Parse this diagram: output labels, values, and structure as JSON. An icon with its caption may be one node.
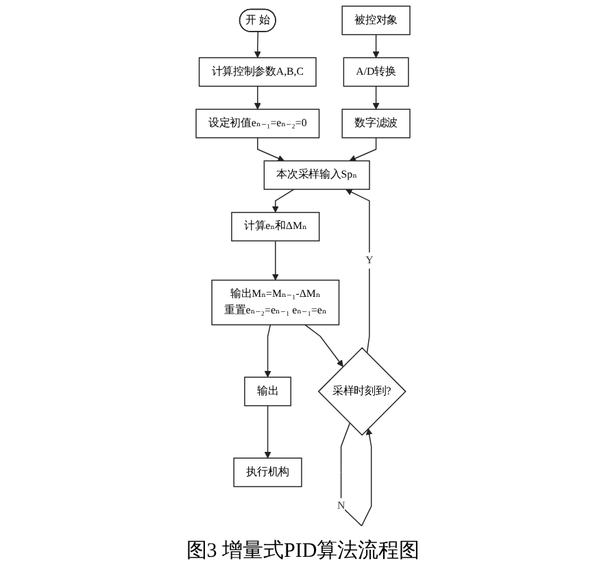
{
  "diagram": {
    "caption": "图3 增量式PID算法流程图",
    "nodes": [
      {
        "text": [
          "开 始"
        ]
      },
      {
        "text": [
          "计算控制参数A,B,C"
        ]
      },
      {
        "text": [
          "设定初值eₙ₋₁=eₙ₋₂=0"
        ]
      },
      {
        "text": [
          "数字滤波"
        ]
      },
      {
        "text": [
          "A/D转换"
        ]
      },
      {
        "text": [
          "被控对象"
        ]
      },
      {
        "text": [
          "本次采样输入Spₙ"
        ]
      },
      {
        "text": [
          "计算eₙ和ΔMₙ"
        ]
      },
      {
        "text": [
          "输出Mₙ=Mₙ₋₁-ΔMₙ",
          "重置eₙ₋₂=eₙ₋₁ eₙ₋₁=eₙ"
        ]
      },
      {
        "text": [
          "输出"
        ]
      },
      {
        "text": [
          "执行机构"
        ]
      },
      {
        "text": [
          "采样时刻到?"
        ]
      }
    ],
    "edges": [
      {
        "from": 0,
        "to": 1,
        "arrow": "to"
      },
      {
        "from": 1,
        "to": 2,
        "arrow": "to"
      },
      {
        "from": 2,
        "to": 6,
        "arrow": "to"
      },
      {
        "from": 5,
        "to": 4,
        "arrow": "to"
      },
      {
        "from": 4,
        "to": 3,
        "arrow": "to"
      },
      {
        "from": 3,
        "to": 6,
        "arrow": "to"
      },
      {
        "from": 6,
        "to": 7,
        "arrow": "to"
      },
      {
        "from": 7,
        "to": 8,
        "arrow": "to"
      },
      {
        "from": 8,
        "to": 9,
        "arrow": "to"
      },
      {
        "from": 9,
        "to": 10,
        "arrow": "to"
      },
      {
        "from": 8,
        "to": 11,
        "arrow": "to"
      },
      {
        "from": 11,
        "to": 11,
        "label": "N",
        "arrow": "to"
      },
      {
        "from": 11,
        "to": 6,
        "label": "Y",
        "arrow": "to"
      }
    ]
  }
}
